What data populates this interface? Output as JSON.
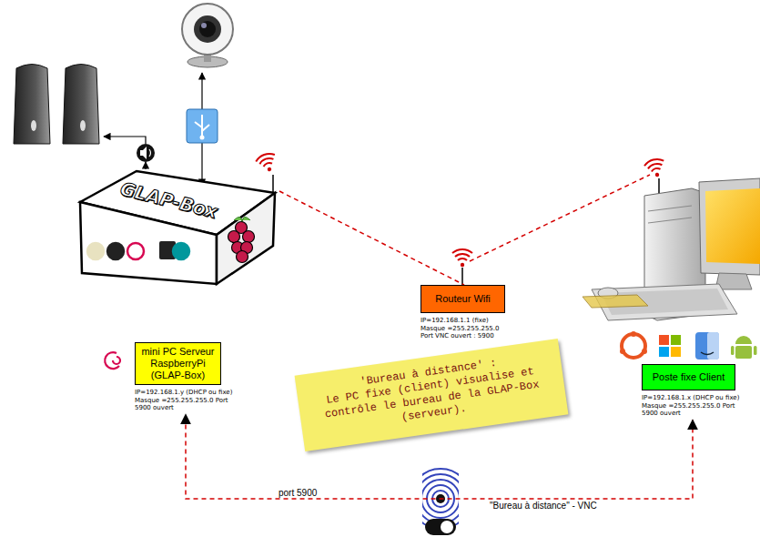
{
  "diagram": {
    "nodes": [
      {
        "text": [
          "GLAP-Box"
        ]
      },
      {
        "text": [
          "Routeur Wifi",
          "IP=192.168.1.1 (fixe) Masque =255.255.255.0 Port VNC ouvert : 5900"
        ]
      },
      {
        "text": [
          "mini PC Serveur RaspberryPi (GLAP-Box)",
          "IP=192.168.1.y (DHCP ou fixe) Masque =255.255.255.0 Port 5900 ouvert"
        ]
      },
      {
        "text": [
          "'Bureau à distance' :",
          "Le PC fixe (client) visualise et contrôle le bureau de la GLAP-Box (serveur)."
        ]
      },
      {
        "text": [
          "Poste fixe Client",
          "IP=192.168.1.x (DHCP ou fixe) Masque =255.255.255.0 Port 5900 ouvert"
        ]
      }
    ],
    "edges": [
      {
        "from": 0,
        "to": 1,
        "arrow": "none"
      },
      {
        "from": 4,
        "to": 2,
        "label": "port 5900",
        "arrow": "both"
      }
    ],
    "labels": [
      "\"Bureau à distance\" - VNC"
    ]
  }
}
